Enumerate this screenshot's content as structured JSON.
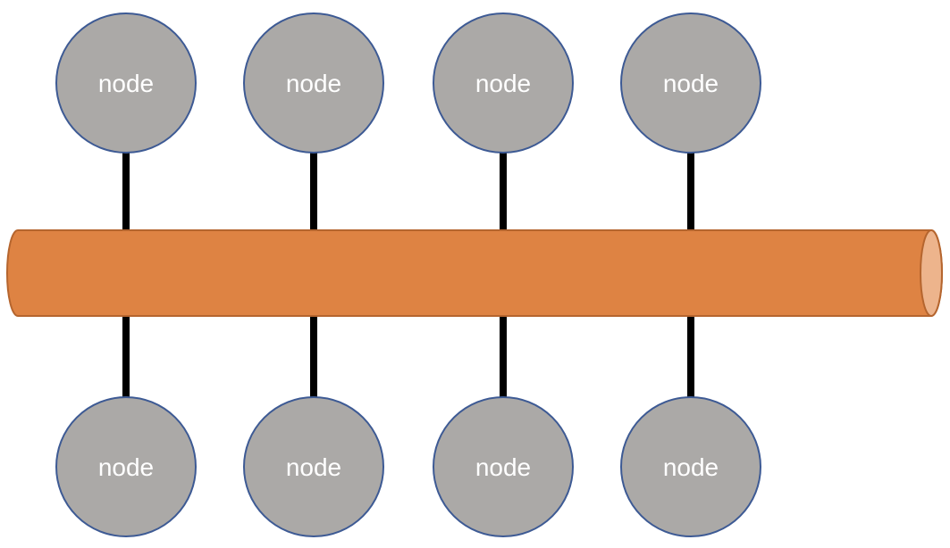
{
  "diagram": {
    "colors": {
      "bus_fill": "#DE8343",
      "bus_stroke": "#B5652E",
      "bus_end_fill": "#EDB48C",
      "node_fill": "#ABA9A7",
      "node_stroke": "#3D5A94",
      "link_color": "#000000",
      "label_color": "#FFFFFF"
    },
    "top_nodes": [
      {
        "label": "node"
      },
      {
        "label": "node"
      },
      {
        "label": "node"
      },
      {
        "label": "node"
      }
    ],
    "bottom_nodes": [
      {
        "label": "node"
      },
      {
        "label": "node"
      },
      {
        "label": "node"
      },
      {
        "label": "node"
      }
    ]
  }
}
